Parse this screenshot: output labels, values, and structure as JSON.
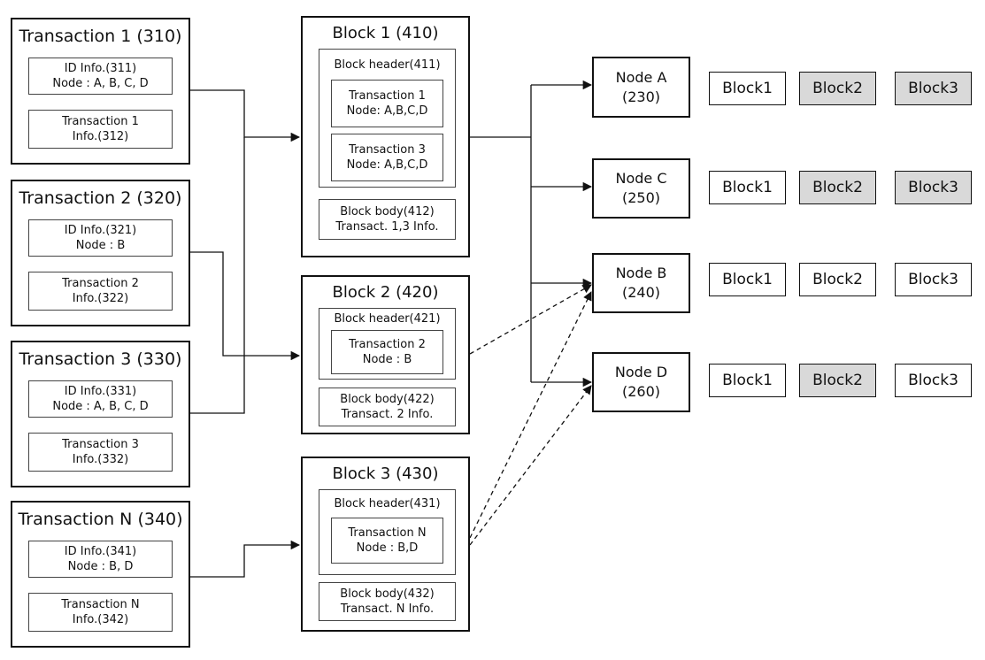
{
  "transactions": [
    {
      "title": "Transaction 1 (310)",
      "id_info": [
        "ID Info.(311)",
        "Node : A, B, C, D"
      ],
      "tx_info": [
        "Transaction 1",
        "Info.(312)"
      ]
    },
    {
      "title": "Transaction 2 (320)",
      "id_info": [
        "ID Info.(321)",
        "Node : B"
      ],
      "tx_info": [
        "Transaction 2",
        "Info.(322)"
      ]
    },
    {
      "title": "Transaction 3 (330)",
      "id_info": [
        "ID Info.(331)",
        "Node : A, B, C, D"
      ],
      "tx_info": [
        "Transaction 3",
        "Info.(332)"
      ]
    },
    {
      "title": "Transaction N (340)",
      "id_info": [
        "ID Info.(341)",
        "Node : B, D"
      ],
      "tx_info": [
        "Transaction N",
        "Info.(342)"
      ]
    }
  ],
  "blocks": [
    {
      "title": "Block 1 (410)",
      "header": "Block header(411)",
      "header_items": [
        [
          "Transaction 1",
          "Node: A,B,C,D"
        ],
        [
          "Transaction 3",
          "Node: A,B,C,D"
        ]
      ],
      "body": [
        "Block body(412)",
        "Transact. 1,3 Info."
      ]
    },
    {
      "title": "Block 2 (420)",
      "header": "Block header(421)",
      "header_items": [
        [
          "Transaction 2",
          "Node : B"
        ]
      ],
      "body": [
        "Block body(422)",
        "Transact. 2 Info."
      ]
    },
    {
      "title": "Block 3 (430)",
      "header": "Block header(431)",
      "header_items": [
        [
          "Transaction N",
          "Node : B,D"
        ]
      ],
      "body": [
        "Block body(432)",
        "Transact. N Info."
      ]
    }
  ],
  "nodes": [
    {
      "name": "Node A",
      "id": "(230)",
      "chain": [
        {
          "label": "Block1",
          "shaded": false
        },
        {
          "label": "Block2",
          "shaded": true
        },
        {
          "label": "Block3",
          "shaded": true
        }
      ]
    },
    {
      "name": "Node C",
      "id": "(250)",
      "chain": [
        {
          "label": "Block1",
          "shaded": false
        },
        {
          "label": "Block2",
          "shaded": true
        },
        {
          "label": "Block3",
          "shaded": true
        }
      ]
    },
    {
      "name": "Node B",
      "id": "(240)",
      "chain": [
        {
          "label": "Block1",
          "shaded": false
        },
        {
          "label": "Block2",
          "shaded": false
        },
        {
          "label": "Block3",
          "shaded": false
        }
      ]
    },
    {
      "name": "Node D",
      "id": "(260)",
      "chain": [
        {
          "label": "Block1",
          "shaded": false
        },
        {
          "label": "Block2",
          "shaded": true
        },
        {
          "label": "Block3",
          "shaded": false
        }
      ]
    }
  ],
  "colors": {
    "shaded": "#d9d9d9",
    "line": "#111111"
  }
}
